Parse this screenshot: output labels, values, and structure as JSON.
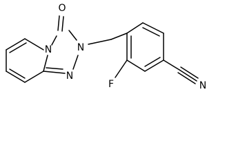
{
  "molecule": {
    "atoms": {
      "oxygen": "O",
      "ring_n1": "N",
      "ring_n2": "N",
      "ring_n3": "N",
      "fluorine": "F",
      "nitrile_n": "N"
    }
  },
  "colors": {
    "bond": "#000000",
    "label": "#000000",
    "background": "#ffffff"
  }
}
